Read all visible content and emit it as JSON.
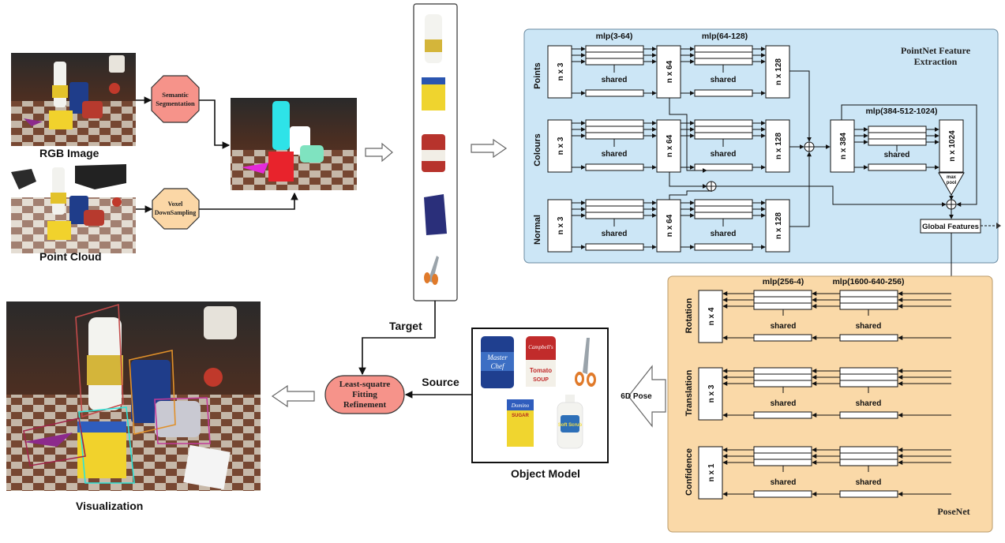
{
  "labels": {
    "rgb_image": "RGB Image",
    "point_cloud": "Point Cloud",
    "visualization": "Visualization",
    "target": "Target",
    "source": "Source",
    "object_model": "Object Model",
    "six_d_pose": "6D Pose",
    "pointnet_title_1": "PointNet Feature",
    "pointnet_title_2": "Extraction",
    "posenet_title": "PoseNet",
    "global_features": "Global Features"
  },
  "steps": {
    "semantic_1": "Semantic",
    "semantic_2": "Segmentation",
    "voxel_1": "Voxel",
    "voxel_2": "DownSampling",
    "lsq_1": "Least-squatre",
    "lsq_2": "Fitting",
    "lsq_3": "Refinement"
  },
  "pointnet": {
    "mlp1": "mlp(3-64)",
    "mlp2": "mlp(64-128)",
    "mlp3": "mlp(384-512-1024)",
    "shared": "shared",
    "rows": [
      "Points",
      "Colours",
      "Normal"
    ],
    "n3": "n x 3",
    "n64": "n x 64",
    "n128": "n x 128",
    "n384": "n x 384",
    "n1024": "n x 1024",
    "maxpool_1": "max",
    "maxpool_2": "pool"
  },
  "posenet": {
    "mlp_a": "mlp(256-4)",
    "mlp_b": "mlp(1600-640-256)",
    "shared": "shared",
    "rows": [
      "Rotation",
      "Translation",
      "Confidence"
    ],
    "dims": [
      "n x 4",
      "n x 3",
      "n x 1"
    ]
  },
  "object_model_text": {
    "can1_a": "Master",
    "can1_b": "Chef",
    "can2_a": "Campbell's",
    "can2_b": "Tomato",
    "can2_c": "SOUP",
    "box": "Domino",
    "box_sub": "SUGAR",
    "bottle": "Soft Scrub"
  },
  "colors": {
    "pointnet_bg": "#cce6f6",
    "posenet_bg": "#fad9a8",
    "octagon": "#f6938a",
    "voxel": "#fbd7a6",
    "refine": "#f6938a"
  }
}
